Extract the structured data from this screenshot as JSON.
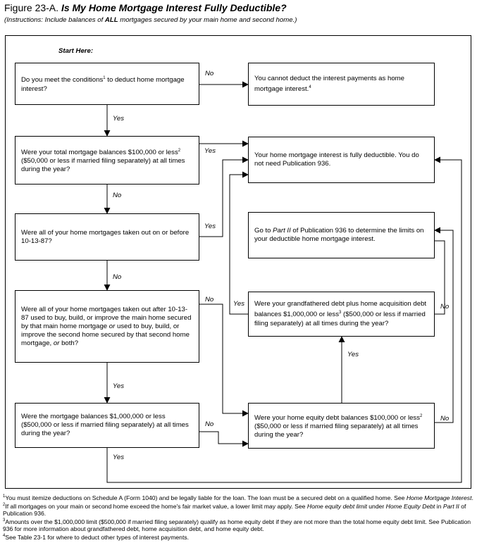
{
  "figure": {
    "number": "Figure 23-A.",
    "title": "Is My Home Mortgage Interest Fully Deductible?",
    "instructions_pre": "(Instructions: Include balances of ",
    "instructions_bold": "ALL",
    "instructions_post": " mortgages secured by your main home and second home.)"
  },
  "start_label": "Start Here:",
  "boxes": {
    "q1": {
      "a": "Do you meet the conditions",
      "sup": "1",
      "b": " to deduct home mortgage interest?"
    },
    "r1": {
      "a": "You cannot deduct the interest payments as home mortgage interest.",
      "sup": "4",
      "b": ""
    },
    "q2": {
      "a": "Were your total mortgage balances $100,000 or less",
      "sup": "2",
      "b": " ($50,000 or less if married filing separately) at all times during the year?"
    },
    "r2": {
      "a": "Your home mortgage interest is fully deductible. You do not need Publication 936.",
      "sup": "",
      "b": ""
    },
    "q3": {
      "a": "Were all of your home mortgages taken out on or before 10-13-87?",
      "sup": "",
      "b": ""
    },
    "r3": {
      "a": "Go to ",
      "i": "Part II",
      "b": " of Publication 936 to determine the limits on your deductible home mortgage interest."
    },
    "q4": {
      "a": "Were all of your home mortgages taken out after 10-13-87 used to buy, build, or improve the main home secured by that main home mortgage ",
      "i1": "or",
      "b": " used to buy, build, or improve the second home secured by that second home mortgage, ",
      "i2": "or",
      "c": " both?"
    },
    "q5": {
      "a": "Were your grandfathered debt plus home acquisition debt balances $1,000,000 or less",
      "sup": "3",
      "b": " ($500,000 or less if married filing separately) at all times during the year?"
    },
    "q6": {
      "a": "Were the mortgage balances $1,000,000 or less ($500,000 or less if married filing separately) at all times during the year?",
      "sup": "",
      "b": ""
    },
    "q7": {
      "a": "Were your home equity debt balances $100,000 or less",
      "sup": "2",
      "b": " ($50,000 or less if married filing separately) at all times during the year?"
    }
  },
  "labels": {
    "q1_no": "No",
    "q1_yes": "Yes",
    "q2_yes": "Yes",
    "q2_no": "No",
    "q3_yes": "Yes",
    "q3_no": "No",
    "q4_no": "No",
    "q4_yes": "Yes",
    "q5_yes": "Yes",
    "q5_no": "No",
    "q6_no": "No",
    "q6_yes": "Yes",
    "q7_yes": "Yes",
    "q7_no": "No"
  },
  "footnotes": [
    {
      "n": "1",
      "a": "You must itemize deductions on Schedule A (Form 1040) and be legally liable for the loan. The loan must be a secured debt on a qualified home. See ",
      "i": "Home Mortgage Interest",
      "b": ".",
      "i2": "",
      "c": "",
      "i3": "",
      "d": ""
    },
    {
      "n": "2",
      "a": "If all mortgages on your main or second home exceed the home's fair market value, a lower limit may apply. See ",
      "i": "Home equity debt limit",
      "b": " under ",
      "i2": "Home Equity Debt",
      "c": " in ",
      "i3": "Part II",
      "d": " of Publication 936."
    },
    {
      "n": "3",
      "a": "Amounts over the $1,000,000 limit ($500,000 if married filing separately) qualify as home equity debt if they are not more than the total home equity debt limit. See Publication 936 for more information about grandfathered debt, home acquisition debt, and home equity debt.",
      "i": "",
      "b": "",
      "i2": "",
      "c": "",
      "i3": "",
      "d": ""
    },
    {
      "n": "4",
      "a": "See Table 23-1 for where to deduct other types of interest payments.",
      "i": "",
      "b": "",
      "i2": "",
      "c": "",
      "i3": "",
      "d": ""
    }
  ]
}
